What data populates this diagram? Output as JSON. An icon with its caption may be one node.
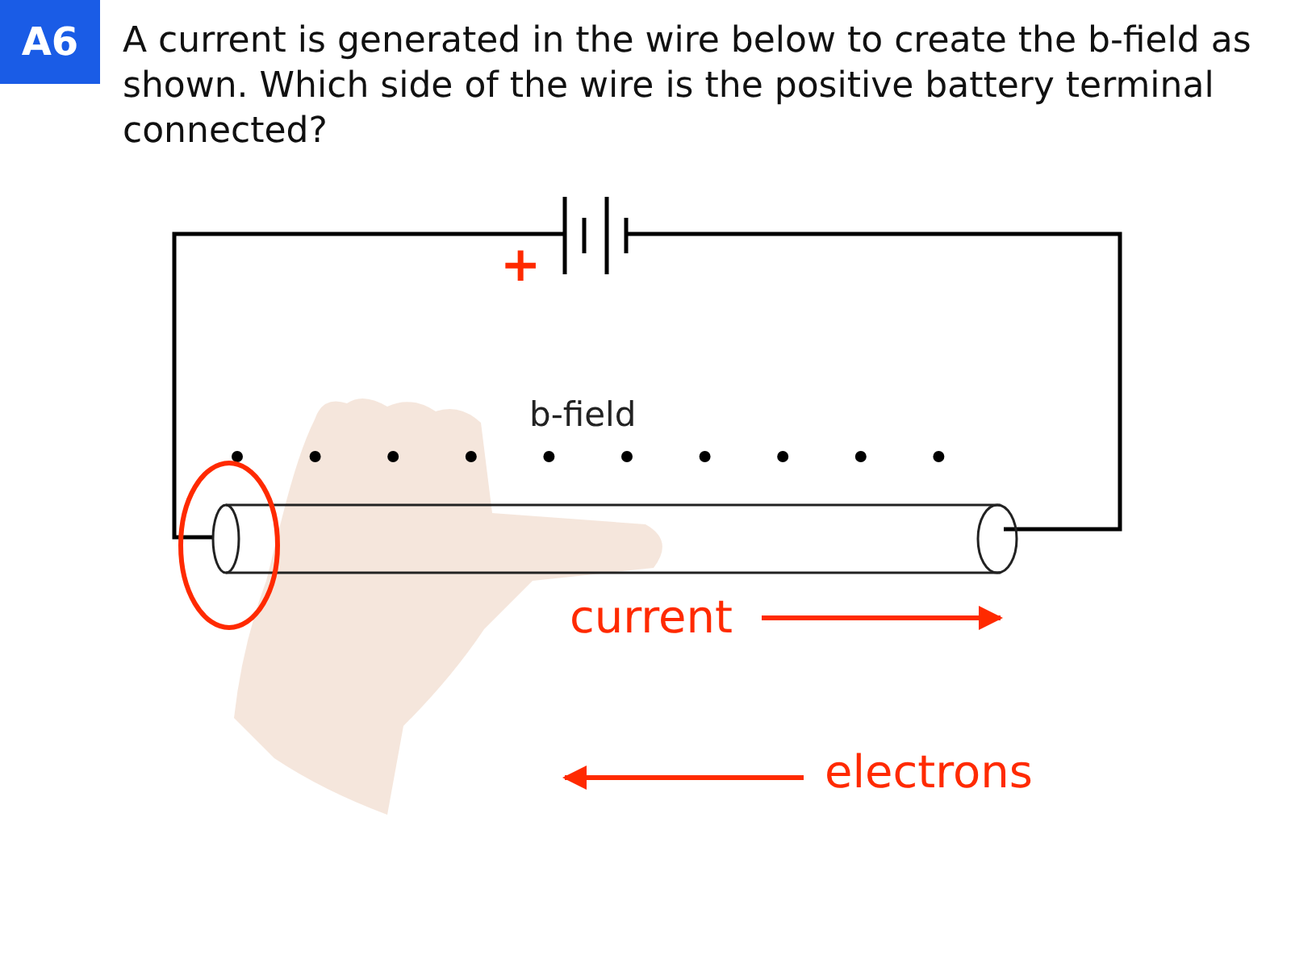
{
  "diagram": {
    "labels": [
      "A6",
      "A current is generated in the wire below to create the b-field as shown. Which side of the wire is the positive battery terminal connected?",
      "+",
      "b-field",
      "current",
      "electrons"
    ]
  }
}
